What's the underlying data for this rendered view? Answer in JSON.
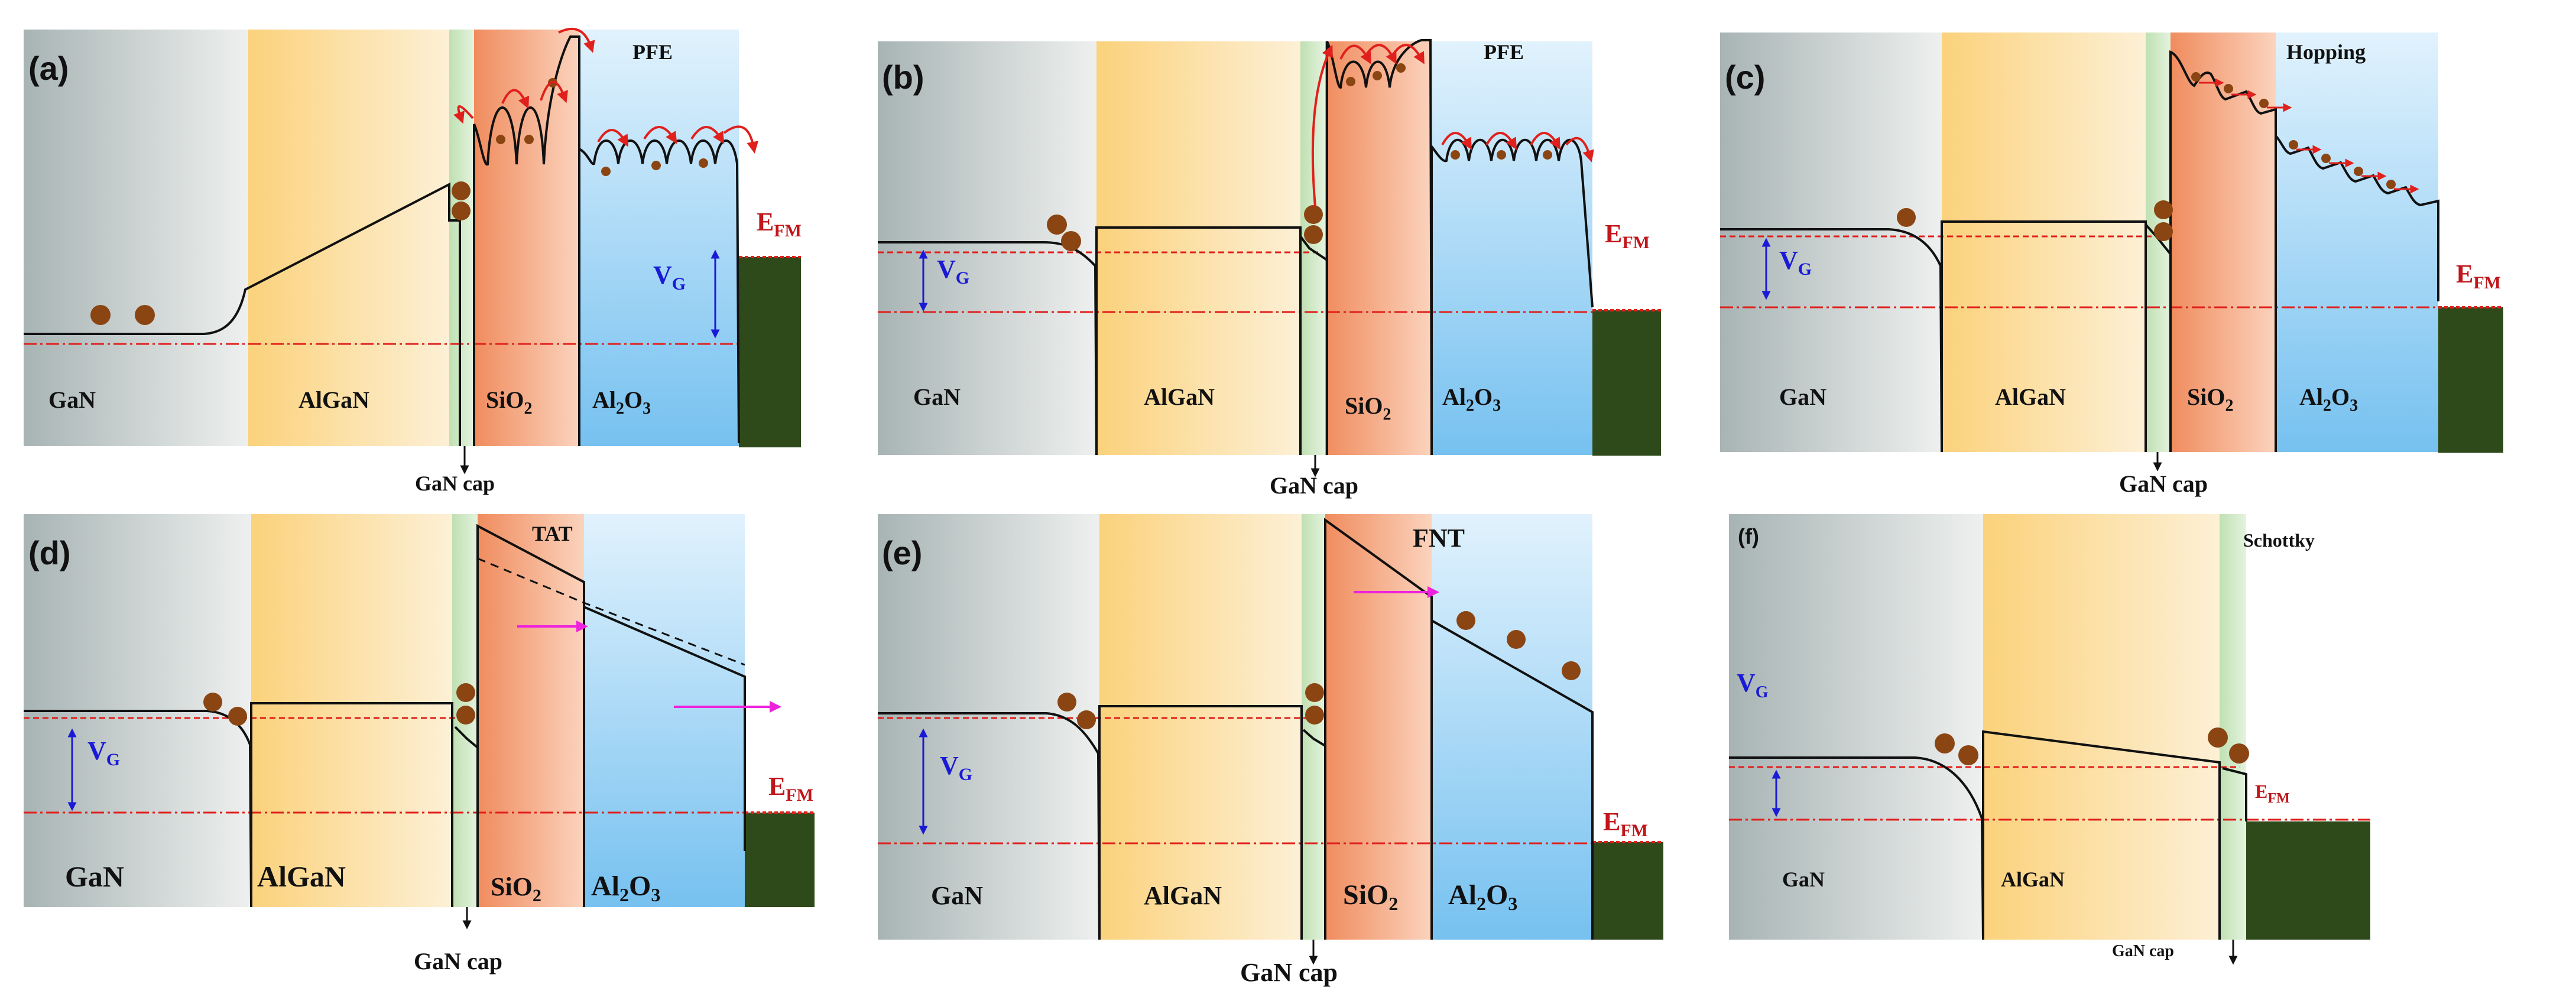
{
  "panels": [
    {
      "id": "a",
      "label": "(a)",
      "mechanism": "PFE",
      "layers": [
        "GaN",
        "AlGaN",
        "SiO",
        "Al",
        "O"
      ],
      "subscripts": {
        "sio": "2",
        "al": "2",
        "o": "3"
      },
      "cap_label": "GaN cap",
      "vg": {
        "main": "V",
        "sub": "G"
      },
      "efm": {
        "main": "E",
        "sub": "FM"
      }
    },
    {
      "id": "b",
      "label": "(b)",
      "mechanism": "PFE",
      "layers": [
        "GaN",
        "AlGaN",
        "SiO",
        "Al",
        "O"
      ],
      "subscripts": {
        "sio": "2",
        "al": "2",
        "o": "3"
      },
      "cap_label": "GaN cap",
      "vg": {
        "main": "V",
        "sub": "G"
      },
      "efm": {
        "main": "E",
        "sub": "FM"
      }
    },
    {
      "id": "c",
      "label": "(c)",
      "mechanism": "Hopping",
      "layers": [
        "GaN",
        "AlGaN",
        "SiO",
        "Al",
        "O"
      ],
      "subscripts": {
        "sio": "2",
        "al": "2",
        "o": "3"
      },
      "cap_label": "GaN cap",
      "vg": {
        "main": "V",
        "sub": "G"
      },
      "efm": {
        "main": "E",
        "sub": "FM"
      }
    },
    {
      "id": "d",
      "label": "(d)",
      "mechanism": "TAT",
      "layers": [
        "GaN",
        "AlGaN",
        "SiO",
        "Al",
        "O"
      ],
      "subscripts": {
        "sio": "2",
        "al": "2",
        "o": "3"
      },
      "cap_label": "GaN cap",
      "vg": {
        "main": "V",
        "sub": "G"
      },
      "efm": {
        "main": "E",
        "sub": "FM"
      }
    },
    {
      "id": "e",
      "label": "(e)",
      "mechanism": "FNT",
      "layers": [
        "GaN",
        "AlGaN",
        "SiO",
        "Al",
        "O"
      ],
      "subscripts": {
        "sio": "2",
        "al": "2",
        "o": "3"
      },
      "cap_label": "GaN cap",
      "vg": {
        "main": "V",
        "sub": "G"
      },
      "efm": {
        "main": "E",
        "sub": "FM"
      }
    },
    {
      "id": "f",
      "label": "(f)",
      "mechanism": "Schottky",
      "layers": [
        "GaN",
        "AlGaN"
      ],
      "cap_label": "GaN cap",
      "vg": {
        "main": "V",
        "sub": "G"
      },
      "efm": {
        "main": "E",
        "sub": "FM"
      }
    }
  ],
  "colors": {
    "gan": "#bfc5c5",
    "algan": "#fcd98a",
    "cap": "#cfe8c4",
    "sio2": "#f5a57c",
    "al2o3": "#8ecdf2",
    "metal": "#2f4a1a",
    "electron": "#8b4513",
    "fermi_red": "#e0201c",
    "vg_blue": "#1a1ad6",
    "tunnel_arrow": "#ee22dd",
    "black": "#111111"
  }
}
